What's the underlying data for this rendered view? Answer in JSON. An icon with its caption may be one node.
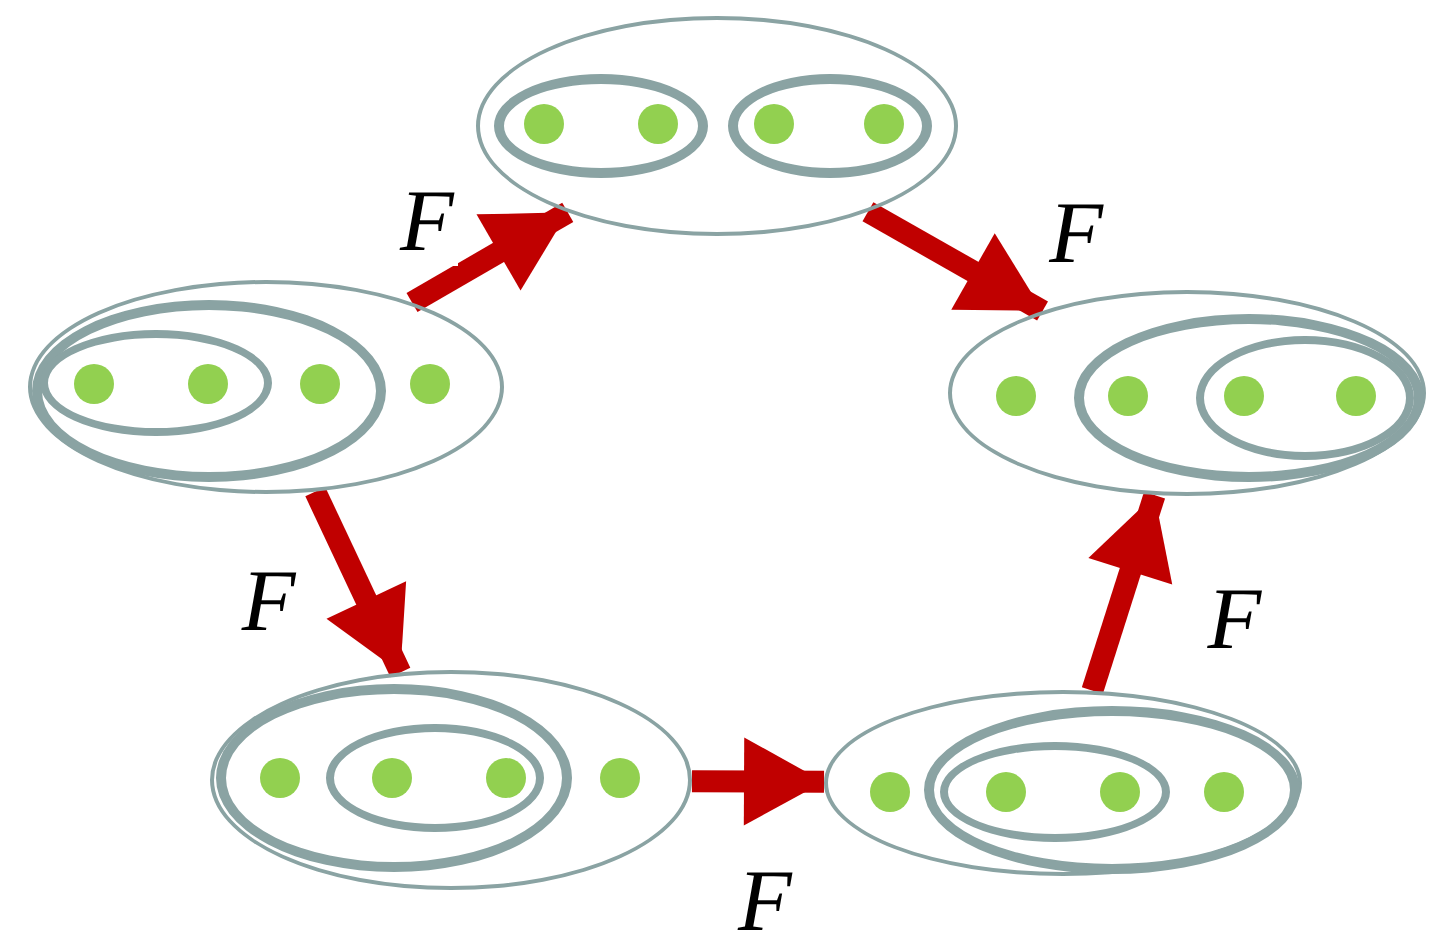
{
  "diagram": {
    "nodes": [
      {
        "text": [],
        "shape": "ellipse"
      },
      {
        "text": [],
        "shape": "ellipse",
        "in": 0
      },
      {
        "text": [],
        "shape": "circle",
        "in": 1
      },
      {
        "text": [],
        "shape": "circle",
        "in": 1
      },
      {
        "text": [],
        "shape": "ellipse",
        "in": 0
      },
      {
        "text": [],
        "shape": "circle",
        "in": 4
      },
      {
        "text": [],
        "shape": "circle",
        "in": 4
      },
      {
        "text": [],
        "shape": "ellipse"
      },
      {
        "text": [],
        "shape": "ellipse",
        "in": 7
      },
      {
        "text": [],
        "shape": "ellipse",
        "in": 8
      },
      {
        "text": [],
        "shape": "circle",
        "in": 9
      },
      {
        "text": [],
        "shape": "circle",
        "in": 9
      },
      {
        "text": [],
        "shape": "circle",
        "in": 8
      },
      {
        "text": [],
        "shape": "circle",
        "in": 7
      },
      {
        "text": [],
        "shape": "ellipse"
      },
      {
        "text": [],
        "shape": "circle",
        "in": 14
      },
      {
        "text": [],
        "shape": "ellipse",
        "in": 14
      },
      {
        "text": [],
        "shape": "circle",
        "in": 16
      },
      {
        "text": [],
        "shape": "ellipse",
        "in": 16
      },
      {
        "text": [],
        "shape": "circle",
        "in": 18
      },
      {
        "text": [],
        "shape": "circle",
        "in": 18
      },
      {
        "text": [],
        "shape": "ellipse"
      },
      {
        "text": [],
        "shape": "ellipse",
        "in": 21
      },
      {
        "text": [],
        "shape": "circle",
        "in": 22
      },
      {
        "text": [],
        "shape": "ellipse",
        "in": 22
      },
      {
        "text": [],
        "shape": "circle",
        "in": 24
      },
      {
        "text": [],
        "shape": "circle",
        "in": 24
      },
      {
        "text": [],
        "shape": "circle",
        "in": 21
      },
      {
        "text": [],
        "shape": "ellipse"
      },
      {
        "text": [],
        "shape": "circle",
        "in": 28
      },
      {
        "text": [],
        "shape": "ellipse",
        "in": 28
      },
      {
        "text": [],
        "shape": "ellipse",
        "in": 30
      },
      {
        "text": [],
        "shape": "circle",
        "in": 31
      },
      {
        "text": [],
        "shape": "circle",
        "in": 31
      },
      {
        "text": [],
        "shape": "circle",
        "in": 30
      }
    ],
    "edges": [
      {
        "from": 7,
        "to": 0,
        "arrow": "to",
        "label": "F"
      },
      {
        "from": 0,
        "to": 14,
        "arrow": "to",
        "label": "F"
      },
      {
        "from": 7,
        "to": 21,
        "arrow": "to",
        "label": "F"
      },
      {
        "from": 21,
        "to": 28,
        "arrow": "to",
        "label": "F"
      },
      {
        "from": 28,
        "to": 14,
        "arrow": "to",
        "label": "F"
      }
    ]
  }
}
